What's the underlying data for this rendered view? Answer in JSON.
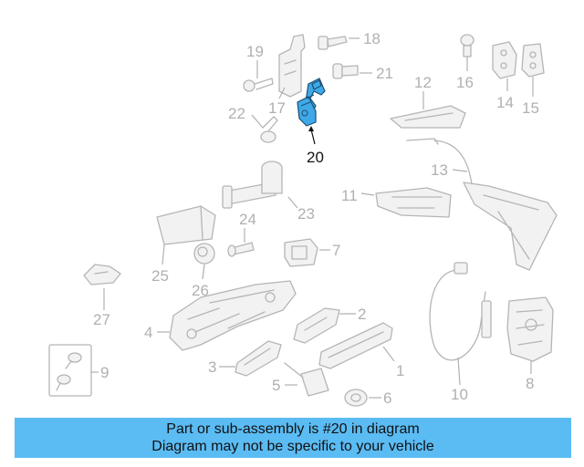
{
  "diagram": {
    "highlighted_part": "20",
    "callouts": [
      "1",
      "2",
      "3",
      "4",
      "5",
      "6",
      "7",
      "8",
      "9",
      "10",
      "11",
      "12",
      "13",
      "14",
      "15",
      "16",
      "17",
      "18",
      "19",
      "20",
      "21",
      "22",
      "23",
      "24",
      "25",
      "26",
      "27"
    ]
  },
  "banner": {
    "line1": "Part or sub-assembly is #20 in diagram",
    "line2": "Diagram may not be specific to your vehicle"
  },
  "colors": {
    "banner_bg": "#5bbcf4",
    "highlight": "#3fa9e8",
    "outline": "#b5b5b5"
  }
}
